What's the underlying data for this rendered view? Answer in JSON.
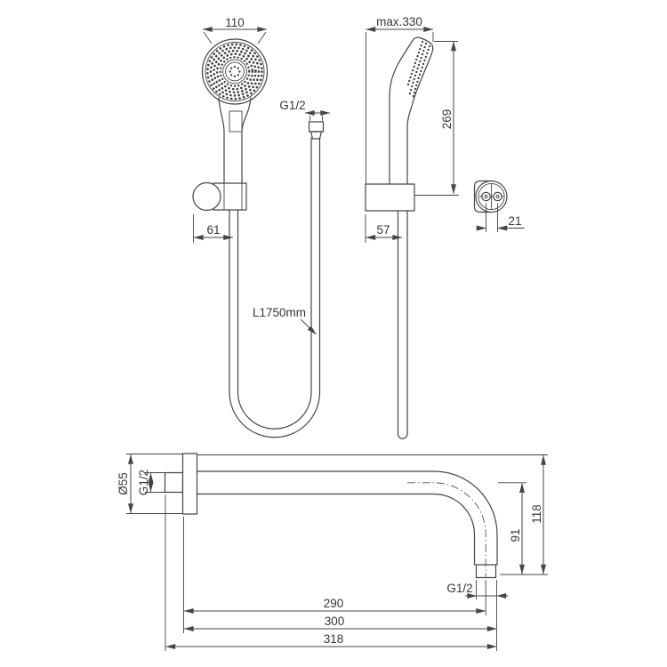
{
  "colors": {
    "line": "#45454a",
    "text": "#37373b",
    "background": "#ffffff"
  },
  "front_view": {
    "head_width": "110",
    "hose_thread": "G1/2",
    "holder_offset": "61",
    "hose_length": "L1750mm"
  },
  "side_view": {
    "max_reach": "max.330",
    "height": "269",
    "holder_depth": "57",
    "screw_spacing": "21"
  },
  "arm_view": {
    "flange_diameter": "Ø55",
    "inlet_thread": "G1/2",
    "outlet_thread": "G1/2",
    "outlet_drop": "91",
    "total_drop": "118",
    "length_to_outlet_center": "290",
    "length_to_outlet_edge": "300",
    "overall_length": "318"
  }
}
